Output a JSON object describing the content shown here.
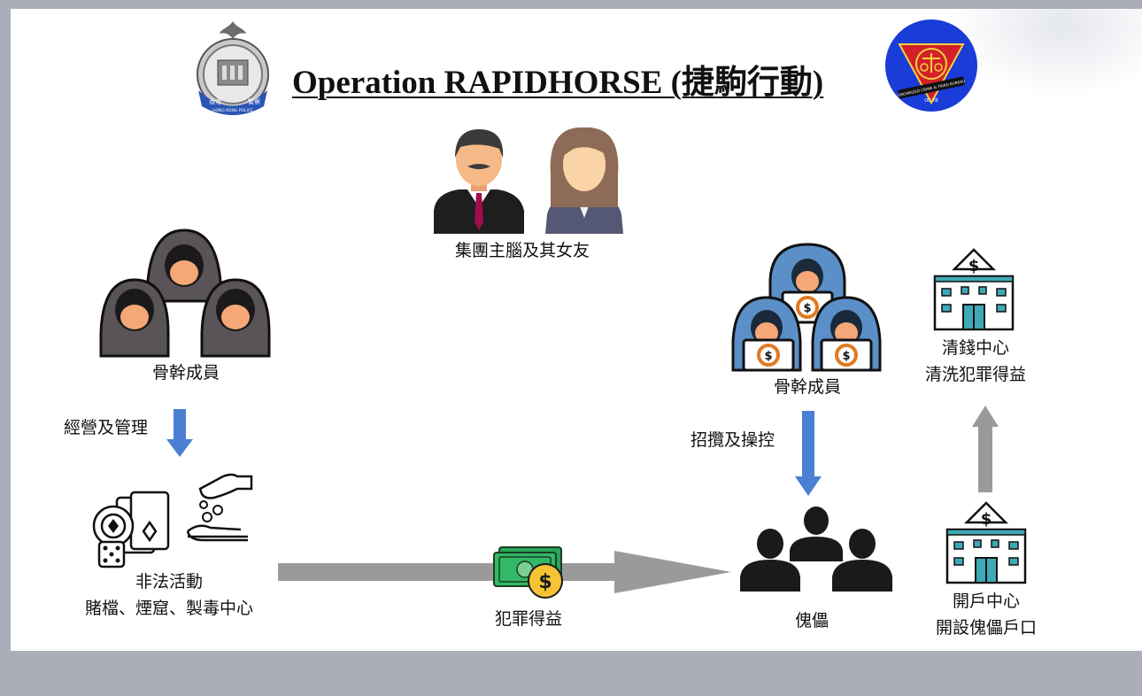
{
  "title": "Operation RAPIDHORSE (捷駒行動)",
  "police_badge": {
    "icon": "hong-kong-police-badge-icon",
    "text_left": "香港",
    "text_right": "警察",
    "text_bottom": "HONG KONG POLICE"
  },
  "osctb_badge": {
    "icon": "organized-crime-triad-bureau-badge-icon",
    "text_bottom": "ORGANIZED CRIME & TRIAD BUREAU",
    "text_side": "OC TB",
    "color_outer": "#1a3cd8",
    "color_inner": "#d4202a"
  },
  "nodes": {
    "mastermind": {
      "label": "集團主腦及其女友"
    },
    "core_left": {
      "label": "骨幹成員"
    },
    "core_right": {
      "label": "骨幹成員"
    },
    "illegal": {
      "line1": "非法活動",
      "line2": "賭檔、煙窟、製毒中心"
    },
    "proceeds": {
      "label": "犯罪得益"
    },
    "puppets": {
      "label": "傀儡"
    },
    "laundering": {
      "line1": "清錢中心",
      "line2": "清洗犯罪得益"
    },
    "account_opening": {
      "line1": "開戶中心",
      "line2": "開設傀儡戶口"
    }
  },
  "edges": {
    "operate_manage": "經營及管理",
    "recruit_control": "招攬及操控"
  },
  "colors": {
    "blue_arrow": "#4a7fd4",
    "grey_arrow": "#9a9a9a",
    "hood_dark": "#5a5458",
    "hood_blue": "#5b8fc7",
    "skin": "#f5a777",
    "building_teal": "#3fa9b5"
  }
}
